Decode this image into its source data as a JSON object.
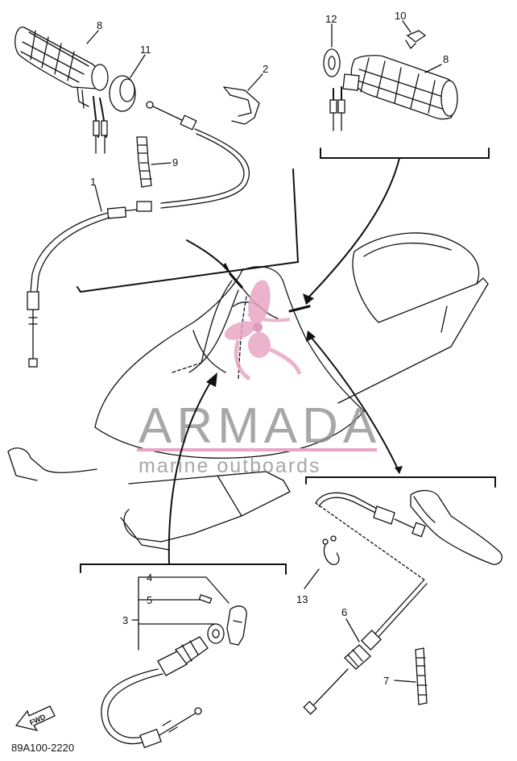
{
  "diagram": {
    "part_code": "89A100-2220",
    "direction_label": "FWD",
    "callouts": {
      "c1": "1",
      "c2": "2",
      "c3": "3",
      "c4": "4",
      "c5": "5",
      "c6": "6",
      "c7": "7",
      "c8a": "8",
      "c8b": "8",
      "c9": "9",
      "c10": "10",
      "c11": "11",
      "c12": "12",
      "c13": "13"
    }
  },
  "watermark": {
    "title": "ARMADA",
    "subtitle": "marine outboards",
    "title_color": "#8a8a8a",
    "accent_color": "#e8a6c4"
  }
}
